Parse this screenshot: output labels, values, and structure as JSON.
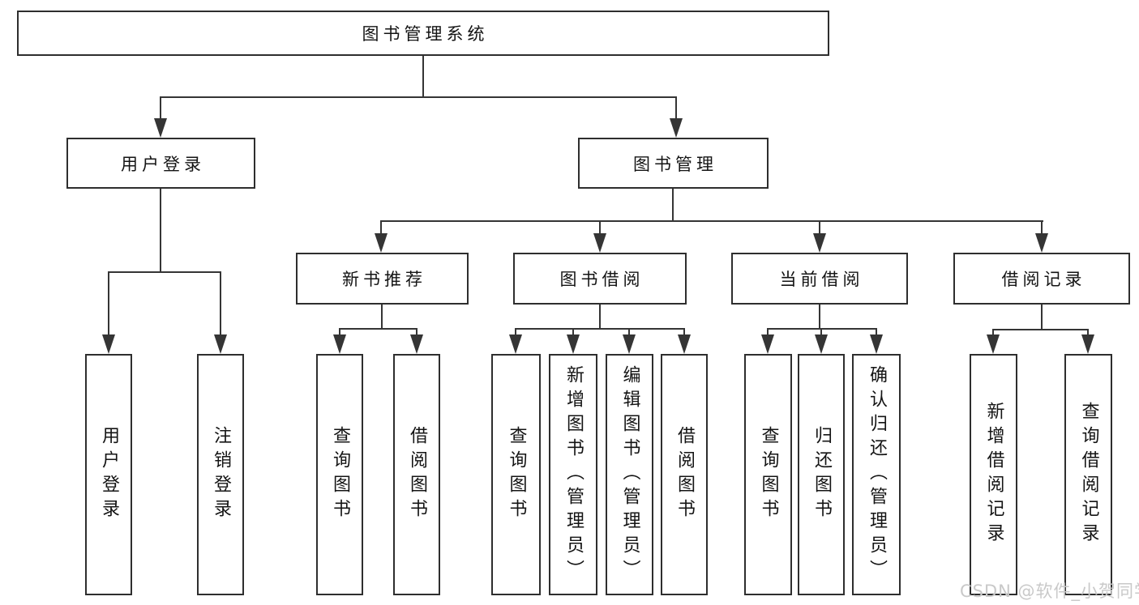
{
  "diagram": {
    "root_label": "图书管理系统",
    "branches": {
      "user_login": {
        "label": "用户登录",
        "children": [
          "用户登录",
          "注销登录"
        ]
      },
      "book_mgmt": {
        "label": "图书管理",
        "sections": {
          "new_books": {
            "label": "新书推荐",
            "children": [
              "查询图书",
              "借阅图书"
            ]
          },
          "book_borrow": {
            "label": "图书借阅",
            "children": [
              "查询图书",
              "新增图书（管理员）",
              "编辑图书（管理员）",
              "借阅图书"
            ]
          },
          "current_borrow": {
            "label": "当前借阅",
            "children": [
              "查询图书",
              "归还图书",
              "确认归还（管理员）"
            ]
          },
          "borrow_records": {
            "label": "借阅记录",
            "children": [
              "新增借阅记录",
              "查询借阅记录"
            ]
          }
        }
      }
    }
  },
  "watermark": "CSDN @软件_小贺同学",
  "colors": {
    "line": "#353535",
    "border": "#2e2e2e",
    "text": "#141414",
    "watermark": "#c9c9c9",
    "background": "#ffffff"
  }
}
